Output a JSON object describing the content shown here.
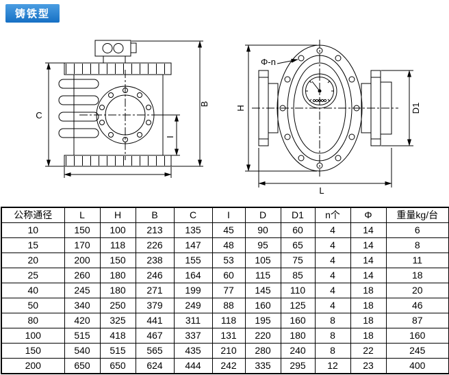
{
  "meta": {
    "accent_blue": "#1670c4"
  },
  "badge": {
    "label": "铸铁型"
  },
  "drawings": {
    "front_view": {
      "dim_c": "C",
      "dim_b": "B",
      "dim_i": "I"
    },
    "side_view": {
      "dim_phi_n": "Φ-n",
      "dim_h": "H",
      "dim_d1": "D1",
      "dim_l": "L"
    }
  },
  "table": {
    "headers": [
      "公称通径",
      "L",
      "H",
      "B",
      "C",
      "I",
      "D",
      "D1",
      "n个",
      "Φ",
      "重量kg/台"
    ],
    "rows": [
      [
        "10",
        "150",
        "100",
        "213",
        "135",
        "45",
        "90",
        "60",
        "4",
        "14",
        "6"
      ],
      [
        "15",
        "170",
        "118",
        "226",
        "147",
        "48",
        "95",
        "65",
        "4",
        "14",
        "8"
      ],
      [
        "20",
        "200",
        "150",
        "238",
        "155",
        "53",
        "105",
        "75",
        "4",
        "14",
        "11"
      ],
      [
        "25",
        "260",
        "180",
        "246",
        "164",
        "60",
        "115",
        "85",
        "4",
        "14",
        "18"
      ],
      [
        "40",
        "245",
        "180",
        "271",
        "199",
        "77",
        "145",
        "110",
        "4",
        "18",
        "20"
      ],
      [
        "50",
        "340",
        "250",
        "379",
        "249",
        "88",
        "160",
        "125",
        "4",
        "18",
        "46"
      ],
      [
        "80",
        "420",
        "325",
        "441",
        "311",
        "118",
        "195",
        "160",
        "8",
        "18",
        "87"
      ],
      [
        "100",
        "515",
        "418",
        "467",
        "337",
        "131",
        "220",
        "180",
        "8",
        "18",
        "160"
      ],
      [
        "150",
        "540",
        "515",
        "565",
        "435",
        "210",
        "280",
        "240",
        "8",
        "22",
        "245"
      ],
      [
        "200",
        "650",
        "650",
        "624",
        "444",
        "242",
        "335",
        "295",
        "12",
        "23",
        "400"
      ]
    ]
  }
}
